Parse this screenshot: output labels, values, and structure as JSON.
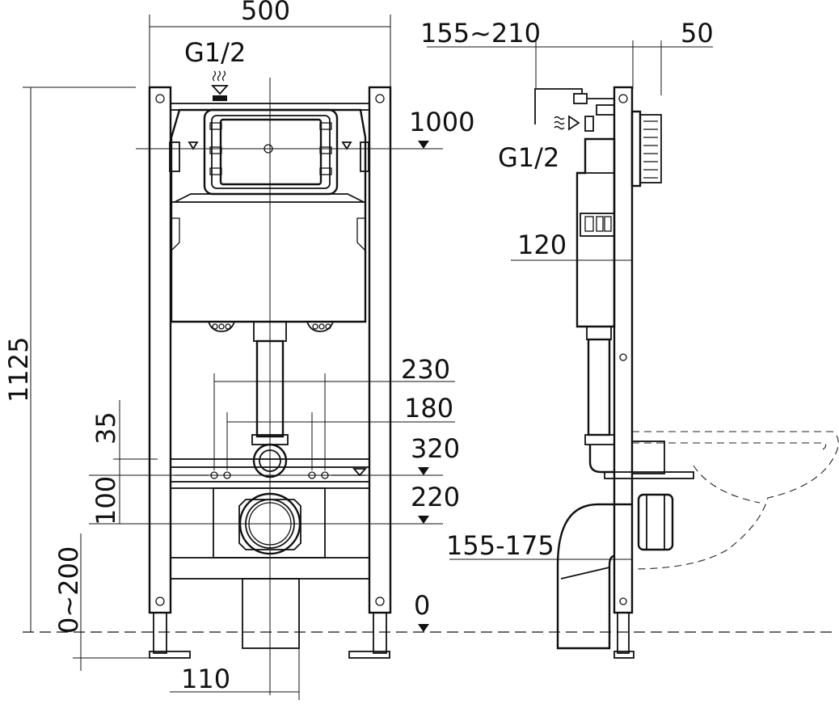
{
  "front_view": {
    "width_label": "500",
    "supply_label": "G1/2",
    "height_label": "1125",
    "level_1000": "1000",
    "spacing_230": "230",
    "spacing_180": "180",
    "level_320": "320",
    "level_220": "220",
    "level_0": "0",
    "offset_35": "35",
    "offset_100": "100",
    "foot_range": "0~200",
    "outlet_110": "110"
  },
  "side_view": {
    "depth_range": "155~210",
    "depth_50": "50",
    "supply_label": "G1/2",
    "cistern_120": "120",
    "bend_range": "155-175"
  }
}
